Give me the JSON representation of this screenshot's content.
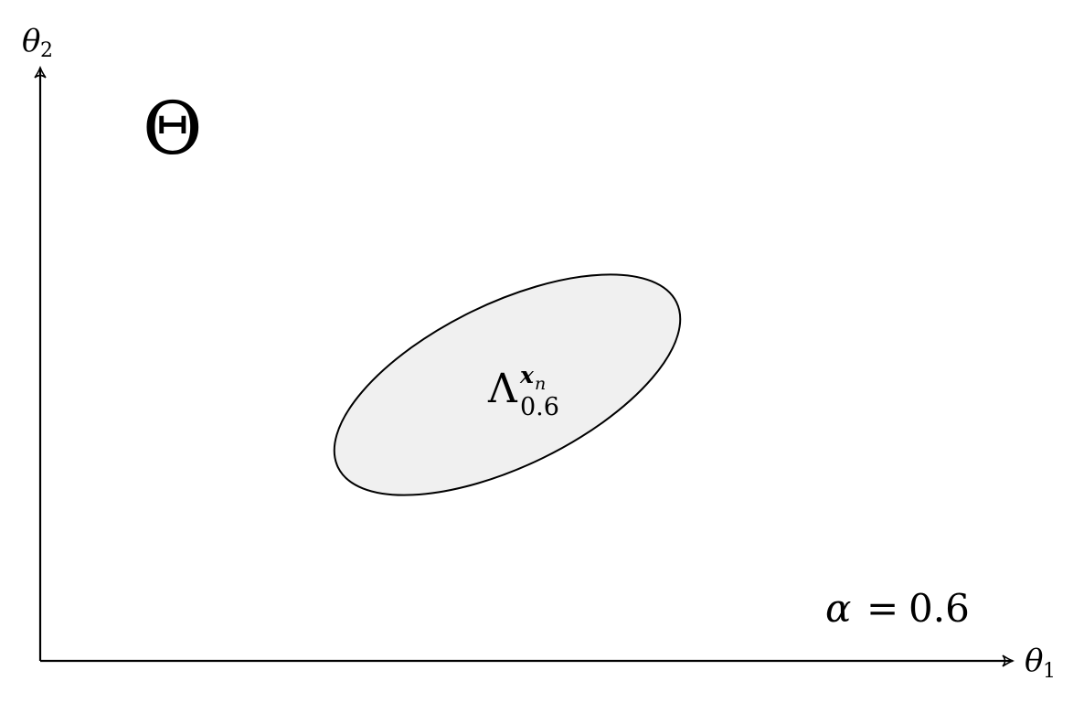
{
  "diagram": {
    "x_axis_symbol": "θ",
    "x_axis_subscript": "1",
    "y_axis_symbol": "θ",
    "y_axis_subscript": "2",
    "space_label": "Θ",
    "region": {
      "symbol": "Λ",
      "superscript_main": "x",
      "superscript_sub": "n",
      "subscript": "0.6",
      "fill_color": "#f0f0f0",
      "stroke_color": "#000000"
    },
    "alpha_label": {
      "symbol": "α",
      "equals": "=",
      "value": "0.6"
    }
  }
}
